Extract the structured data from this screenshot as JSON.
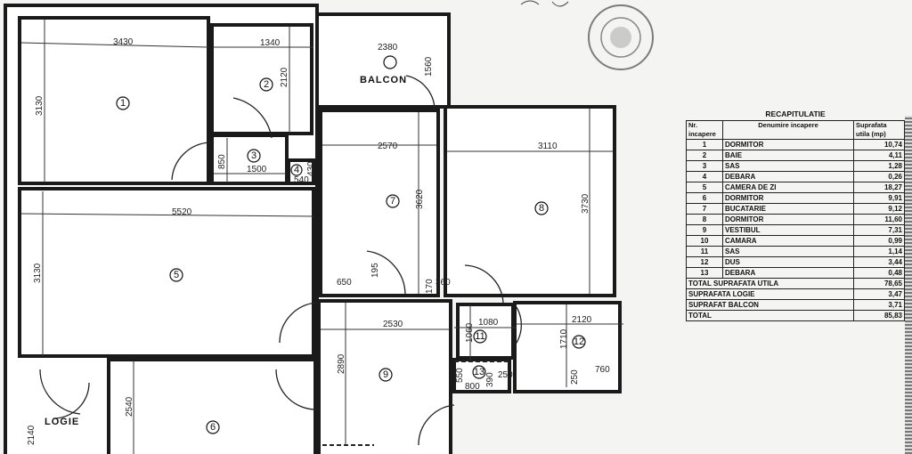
{
  "plan": {
    "labels": {
      "balcon": "BALCON",
      "logie": "LOGIE"
    },
    "rooms": [
      "1",
      "2",
      "3",
      "4",
      "5",
      "6",
      "7",
      "8",
      "9",
      "11",
      "12",
      "13"
    ],
    "dimensions": {
      "r1_w": "3430",
      "r1_h": "3130",
      "r2_w": "1340",
      "r2_h": "2120",
      "r3_h": "850",
      "r3_w": "1500",
      "r4_w": "540",
      "r4_h": "430",
      "balcon_w": "2380",
      "balcon_h": "1560",
      "r5_w": "5520",
      "r5_h": "3130",
      "r7_w": "2570",
      "r7_h": "3620",
      "r8_w": "3110",
      "r8_h": "3730",
      "d650": "650",
      "d195": "195",
      "d170": "170",
      "d360": "360",
      "r9_w": "2530",
      "r9_h": "2890",
      "r11_w": "1080",
      "r11_h": "1060",
      "r12_w": "2120",
      "r12_h": "1710",
      "d760": "760",
      "d250": "250",
      "r13_a": "550",
      "r13_w": "800",
      "r13_b": "390",
      "r13_c": "250",
      "logie_h": "2140",
      "r6_h": "2540"
    }
  },
  "recap": {
    "title": "RECAPITULATIE",
    "headers": [
      "Nr. incapere",
      "Denumire incapere",
      "Suprafata utila (mp)"
    ],
    "rows": [
      [
        "1",
        "DORMITOR",
        "10,74"
      ],
      [
        "2",
        "BAIE",
        "4,11"
      ],
      [
        "3",
        "SAS",
        "1,28"
      ],
      [
        "4",
        "DEBARA",
        "0,26"
      ],
      [
        "5",
        "CAMERA DE ZI",
        "18,27"
      ],
      [
        "6",
        "DORMITOR",
        "9,91"
      ],
      [
        "7",
        "BUCATARIE",
        "9,12"
      ],
      [
        "8",
        "DORMITOR",
        "11,60"
      ],
      [
        "9",
        "VESTIBUL",
        "7,31"
      ],
      [
        "10",
        "CAMARA",
        "0,99"
      ],
      [
        "11",
        "SAS",
        "1,14"
      ],
      [
        "12",
        "DUS",
        "3,44"
      ],
      [
        "13",
        "DEBARA",
        "0,48"
      ]
    ],
    "totals": [
      [
        "TOTAL SUPRAFATA UTILA",
        "78,65"
      ],
      [
        "SUPRAFATA LOGIE",
        "3,47"
      ],
      [
        "SUPRAFAT BALCON",
        "3,71"
      ],
      [
        "TOTAL",
        "85,83"
      ]
    ]
  }
}
